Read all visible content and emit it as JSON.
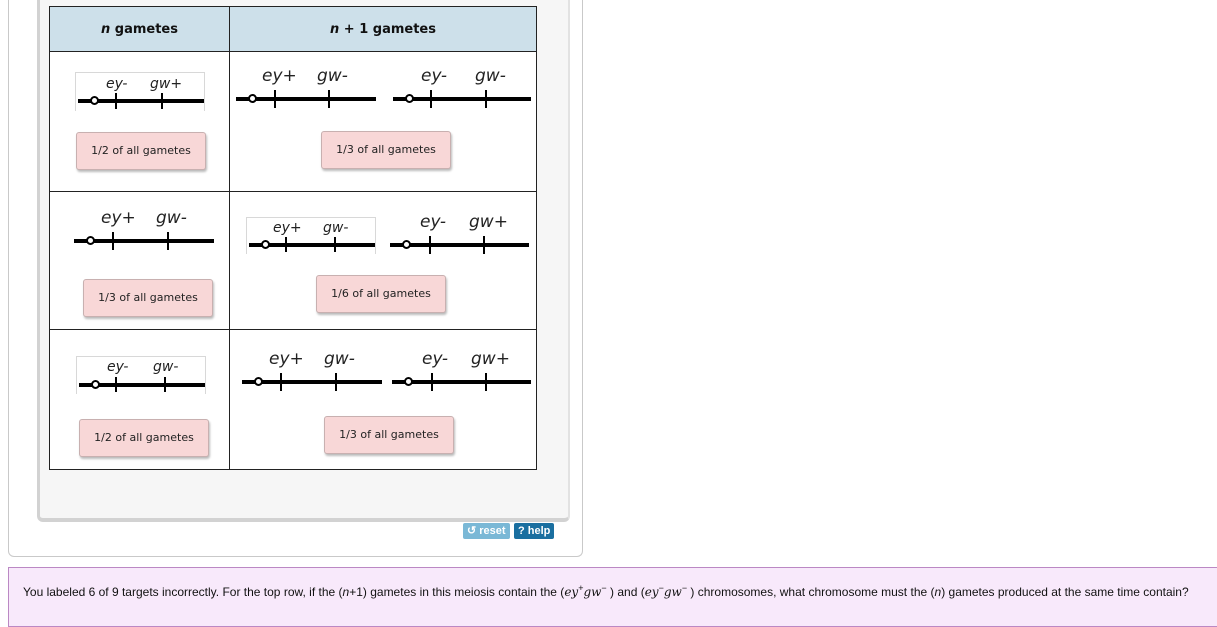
{
  "table": {
    "headers": [
      {
        "var": "n",
        "rest": " gametes"
      },
      {
        "var": "n",
        "rest": " + 1 gametes"
      }
    ],
    "rows": [
      {
        "n": {
          "gene1": "ey-",
          "gene2": "gw+",
          "answer": "1/2 of all gametes"
        },
        "n1": {
          "left": {
            "gene1": "ey+",
            "gene2": "gw-"
          },
          "right": {
            "gene1": "ey-",
            "gene2": "gw-"
          },
          "answer": "1/3 of all gametes"
        }
      },
      {
        "n": {
          "gene1": "ey+",
          "gene2": "gw-",
          "answer": "1/3 of all gametes"
        },
        "n1": {
          "left": {
            "gene1": "ey+",
            "gene2": "gw-"
          },
          "right": {
            "gene1": "ey-",
            "gene2": "gw+"
          },
          "answer": "1/6 of all gametes"
        }
      },
      {
        "n": {
          "gene1": "ey-",
          "gene2": "gw-",
          "answer": "1/2 of all gametes"
        },
        "n1": {
          "left": {
            "gene1": "ey+",
            "gene2": "gw-"
          },
          "right": {
            "gene1": "ey-",
            "gene2": "gw+"
          },
          "answer": "1/3 of all gametes"
        }
      }
    ]
  },
  "buttons": {
    "reset": "reset",
    "help": "help",
    "reset_color": "#7ab8d6",
    "help_color": "#1a6fa0"
  },
  "feedback": {
    "p1": "You labeled 6 of 9 targets incorrectly. For the top row, if the (",
    "n1": "n",
    "p2": "+1) gametes in this meiosis contain the (",
    "c1a": "ey",
    "s1a": "+",
    "c1b": "gw",
    "s1b": "−",
    "p3": " ) and (",
    "c2a": "ey",
    "s2a": "−",
    "c2b": "gw",
    "s2b": "−",
    "p4": " ) chromosomes, what chromosome must the (",
    "n2": "n",
    "p5": ") gametes produced at the same time contain?"
  }
}
